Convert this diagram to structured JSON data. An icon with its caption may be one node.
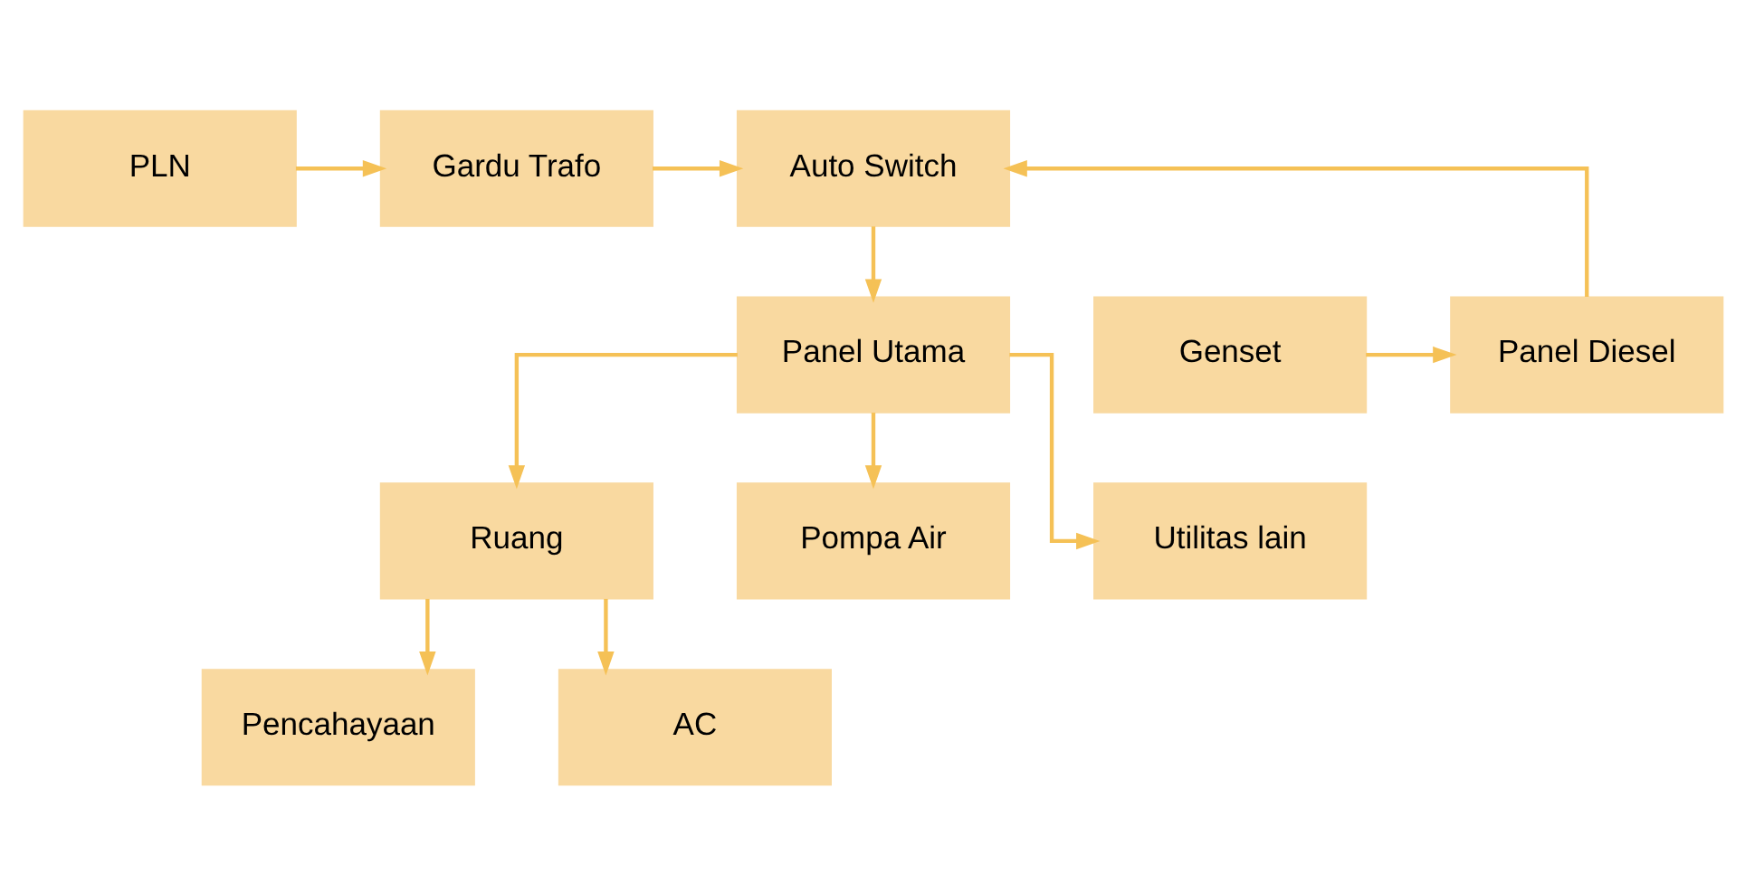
{
  "diagram": {
    "nodes": [
      {
        "text": [
          "PLN"
        ]
      },
      {
        "text": [
          "Gardu Trafo"
        ]
      },
      {
        "text": [
          "Auto Switch"
        ]
      },
      {
        "text": [
          "Genset"
        ]
      },
      {
        "text": [
          "Panel Diesel"
        ]
      },
      {
        "text": [
          "Panel Utama"
        ]
      },
      {
        "text": [
          "Ruang"
        ]
      },
      {
        "text": [
          "Pompa Air"
        ]
      },
      {
        "text": [
          "Utilitas lain"
        ]
      },
      {
        "text": [
          "Pencahayaan"
        ]
      },
      {
        "text": [
          "AC"
        ]
      }
    ],
    "edges": [
      {
        "from": 0,
        "to": 1,
        "arrow": "to"
      },
      {
        "from": 1,
        "to": 2,
        "arrow": "to"
      },
      {
        "from": 3,
        "to": 4,
        "arrow": "to"
      },
      {
        "from": 4,
        "to": 2,
        "arrow": "to"
      },
      {
        "from": 2,
        "to": 5,
        "arrow": "to"
      },
      {
        "from": 5,
        "to": 6,
        "arrow": "to"
      },
      {
        "from": 5,
        "to": 7,
        "arrow": "to"
      },
      {
        "from": 5,
        "to": 8,
        "arrow": "to"
      },
      {
        "from": 6,
        "to": 9,
        "arrow": "to"
      },
      {
        "from": 6,
        "to": 10,
        "arrow": "to"
      }
    ]
  }
}
